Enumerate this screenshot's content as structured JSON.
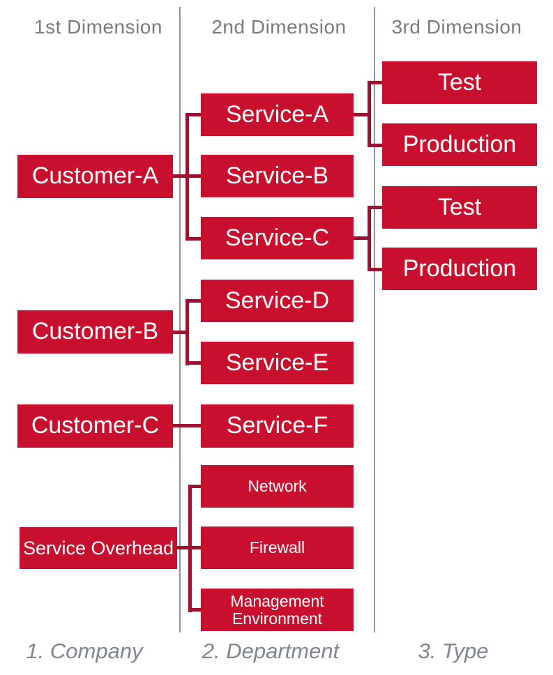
{
  "diagram": {
    "columns": [
      {
        "header": "1st Dimension",
        "footer": "1. Company"
      },
      {
        "header": "2nd Dimension",
        "footer": "2. Department"
      },
      {
        "header": "3rd Dimension",
        "footer": "3. Type"
      }
    ],
    "nodes": {
      "customer_a": "Customer-A",
      "customer_b": "Customer-B",
      "customer_c": "Customer-C",
      "service_overhead": "Service Overhead",
      "service_a": "Service-A",
      "service_b": "Service-B",
      "service_c": "Service-C",
      "service_d": "Service-D",
      "service_e": "Service-E",
      "service_f": "Service-F",
      "network": "Network",
      "firewall": "Firewall",
      "management_environment": "Management Environment",
      "test_a": "Test",
      "production_a": "Production",
      "test_c": "Test",
      "production_c": "Production"
    },
    "edges": [
      {
        "from": "Customer-A",
        "to": [
          "Service-A",
          "Service-B",
          "Service-C"
        ]
      },
      {
        "from": "Customer-B",
        "to": [
          "Service-D",
          "Service-E"
        ]
      },
      {
        "from": "Customer-C",
        "to": [
          "Service-F"
        ]
      },
      {
        "from": "Service Overhead",
        "to": [
          "Network",
          "Firewall",
          "Management Environment"
        ]
      },
      {
        "from": "Service-A",
        "to": [
          "Test",
          "Production"
        ]
      },
      {
        "from": "Service-C",
        "to": [
          "Test",
          "Production"
        ]
      }
    ],
    "colors": {
      "node_fill": "#C8102E",
      "node_text": "#FFFFFF",
      "connector": "#9A1230",
      "divider": "#909090",
      "header_text": "#7A7A7A",
      "footer_text": "#7E868D"
    }
  }
}
